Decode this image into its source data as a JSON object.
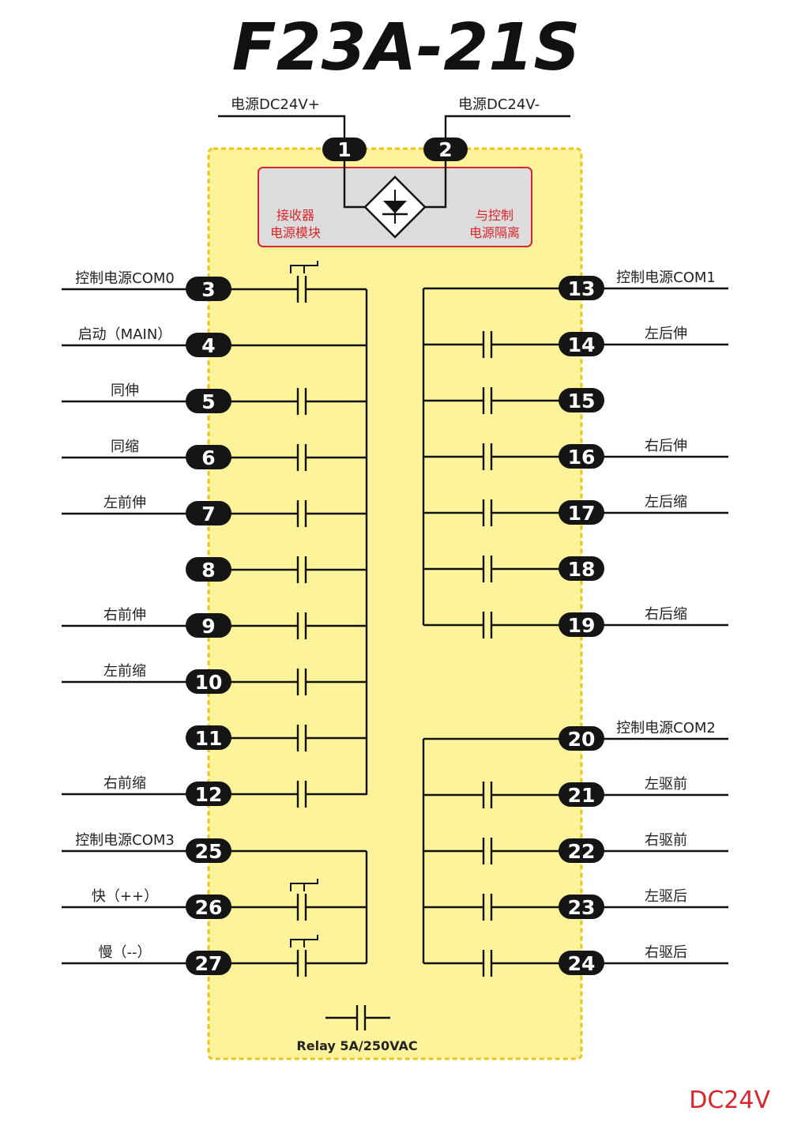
{
  "title": "F23A-21S",
  "voltage_note": "DC24V",
  "power": {
    "plus_label": "电源DC24V+",
    "minus_label": "电源DC24V-",
    "pin_plus": "1",
    "pin_minus": "2",
    "module_left_line1": "接收器",
    "module_left_line2": "电源模块",
    "module_right_line1": "与控制",
    "module_right_line2": "电源隔离"
  },
  "left_pins": [
    {
      "num": "3",
      "label": "控制电源COM0",
      "kind": "com0"
    },
    {
      "num": "4",
      "label": "启动（MAIN）",
      "kind": "direct"
    },
    {
      "num": "5",
      "label": "同伸",
      "kind": "contact"
    },
    {
      "num": "6",
      "label": "同缩",
      "kind": "contact"
    },
    {
      "num": "7",
      "label": "左前伸",
      "kind": "contact"
    },
    {
      "num": "8",
      "label": "",
      "kind": "contact"
    },
    {
      "num": "9",
      "label": "右前伸",
      "kind": "contact"
    },
    {
      "num": "10",
      "label": "左前缩",
      "kind": "contact"
    },
    {
      "num": "11",
      "label": "",
      "kind": "contact"
    },
    {
      "num": "12",
      "label": "右前缩",
      "kind": "contact"
    },
    {
      "num": "25",
      "label": "控制电源COM3",
      "kind": "com3"
    },
    {
      "num": "26",
      "label": "快（++）",
      "kind": "push"
    },
    {
      "num": "27",
      "label": "慢（--）",
      "kind": "push"
    }
  ],
  "right_pins": [
    {
      "num": "13",
      "label": "控制电源COM1",
      "kind": "com"
    },
    {
      "num": "14",
      "label": "左后伸",
      "kind": "contact"
    },
    {
      "num": "15",
      "label": "",
      "kind": "contact"
    },
    {
      "num": "16",
      "label": "右后伸",
      "kind": "contact"
    },
    {
      "num": "17",
      "label": "左后缩",
      "kind": "contact"
    },
    {
      "num": "18",
      "label": "",
      "kind": "contact"
    },
    {
      "num": "19",
      "label": "右后缩",
      "kind": "contact"
    },
    {
      "num": "20",
      "label": "控制电源COM2",
      "kind": "com"
    },
    {
      "num": "21",
      "label": "左驱前",
      "kind": "contact"
    },
    {
      "num": "22",
      "label": "右驱前",
      "kind": "contact"
    },
    {
      "num": "23",
      "label": "左驱后",
      "kind": "contact"
    },
    {
      "num": "24",
      "label": "右驱后",
      "kind": "contact"
    }
  ],
  "relay_note": "Relay 5A/250VAC",
  "colors": {
    "box_fill": "#fdf39a",
    "box_border": "#e8c51f",
    "module_fill": "#dcdcdc",
    "module_border": "#d9252b",
    "pin_fill": "#151515",
    "accent_red": "#d9252b"
  }
}
